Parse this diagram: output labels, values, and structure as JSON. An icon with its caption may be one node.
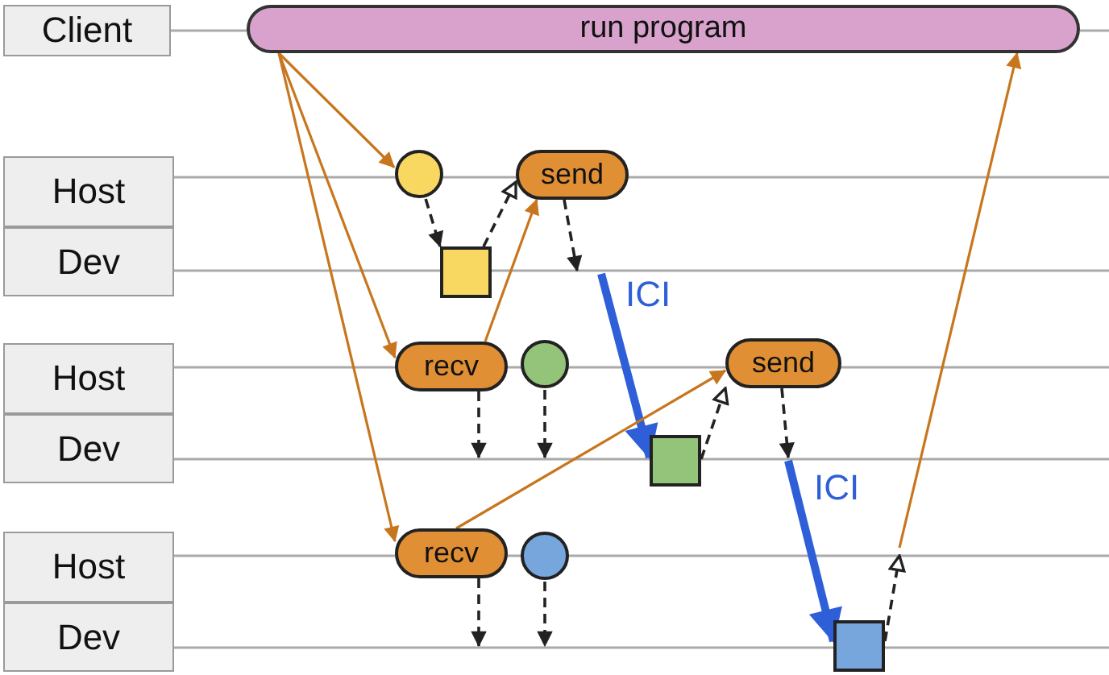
{
  "diagram": {
    "nodes": [
      {
        "text": [
          "Client"
        ]
      },
      {
        "text": [
          "run program"
        ]
      },
      {
        "text": [
          "Host"
        ]
      },
      {
        "text": [
          "Dev"
        ]
      },
      {
        "text": [
          "Host"
        ]
      },
      {
        "text": [
          "Dev"
        ]
      },
      {
        "text": [
          "Host"
        ]
      },
      {
        "text": [
          "Dev"
        ]
      },
      {
        "text": [],
        "shape": "circle"
      },
      {
        "text": [
          "send"
        ]
      },
      {
        "text": [],
        "shape": "box"
      },
      {
        "text": [
          "recv"
        ]
      },
      {
        "text": [],
        "shape": "circle"
      },
      {
        "text": [],
        "shape": "box"
      },
      {
        "text": [
          "send"
        ]
      },
      {
        "text": [
          "recv"
        ]
      },
      {
        "text": [],
        "shape": "circle"
      },
      {
        "text": [],
        "shape": "box"
      }
    ],
    "edges": [
      {
        "from": 1,
        "to": 8,
        "arrow": "to",
        "color": "#c8761e"
      },
      {
        "from": 1,
        "to": 11,
        "arrow": "to",
        "color": "#c8761e"
      },
      {
        "from": 1,
        "to": 15,
        "arrow": "to",
        "color": "#c8761e"
      },
      {
        "from": 8,
        "to": 10,
        "arrow": "to",
        "style": "dashed"
      },
      {
        "from": 10,
        "to": 9,
        "arrow": "to",
        "style": "dashed"
      },
      {
        "from": 11,
        "to": 9,
        "arrow": "to",
        "color": "#c8761e"
      },
      {
        "from": 9,
        "to": null,
        "arrow": "to",
        "style": "dashed"
      },
      {
        "from": null,
        "to": 13,
        "arrow": "to",
        "style": "thick",
        "color": "#2f5fd8",
        "label": "ICI"
      },
      {
        "from": 11,
        "to": null,
        "arrow": "to",
        "style": "dashed"
      },
      {
        "from": 12,
        "to": null,
        "arrow": "to",
        "style": "dashed"
      },
      {
        "from": 13,
        "to": 14,
        "arrow": "to",
        "style": "dashed"
      },
      {
        "from": 15,
        "to": 14,
        "arrow": "to",
        "color": "#c8761e"
      },
      {
        "from": 14,
        "to": null,
        "arrow": "to",
        "style": "dashed"
      },
      {
        "from": null,
        "to": 17,
        "arrow": "to",
        "style": "thick",
        "color": "#2f5fd8",
        "label": "ICI"
      },
      {
        "from": 15,
        "to": null,
        "arrow": "to",
        "style": "dashed"
      },
      {
        "from": 16,
        "to": null,
        "arrow": "to",
        "style": "dashed"
      },
      {
        "from": 17,
        "to": null,
        "arrow": "to",
        "style": "dashed"
      },
      {
        "from": null,
        "to": 1,
        "arrow": "to",
        "color": "#c8761e"
      },
      {
        "from": 0,
        "to": 1,
        "arrow": "none",
        "color": "#aaaaaa"
      }
    ]
  }
}
